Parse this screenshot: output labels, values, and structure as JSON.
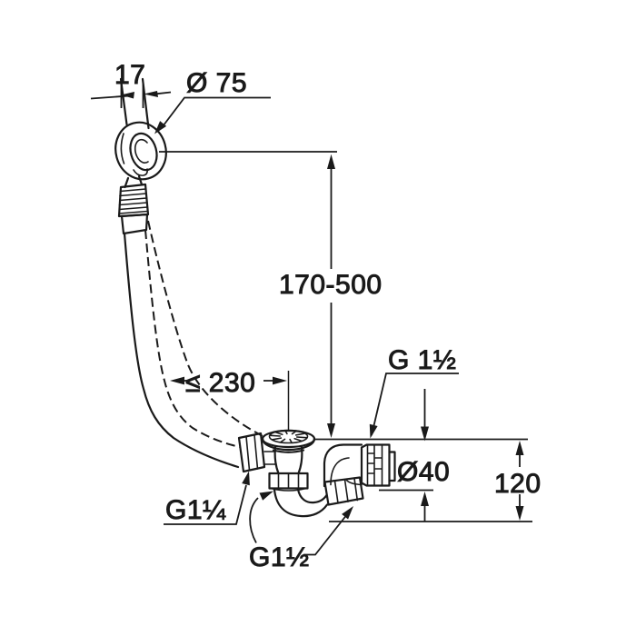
{
  "drawing": {
    "background": "#ffffff",
    "line_color": "#1a1a1a",
    "annotations": {
      "overflow_pipe_width": "17",
      "rosette_diameter": "Ø 75",
      "height_range": "170-500",
      "max_offset": "≤ 230",
      "outlet_thread": "G 1½",
      "pipe_diameter": "Ø40",
      "outlet_height": "120",
      "inlet_thread": "G1¼",
      "trap_thread": "G1½"
    }
  }
}
